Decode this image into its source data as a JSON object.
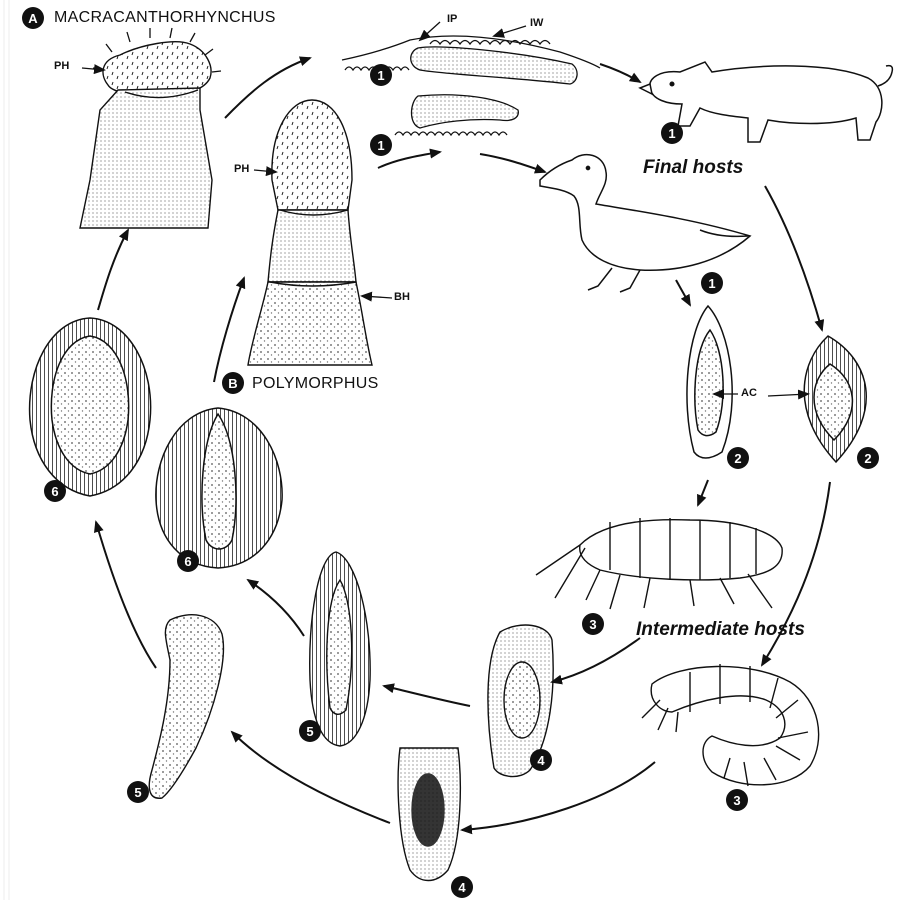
{
  "panel_a": {
    "letter": "A",
    "title": "MACRACANTHORHYNCHUS"
  },
  "panel_b": {
    "letter": "B",
    "title": "POLYMORPHUS"
  },
  "labels": {
    "ph_a": "PH",
    "ph_b": "PH",
    "bh": "BH",
    "ip": "IP",
    "iw": "IW",
    "ac": "AC"
  },
  "hosts": {
    "final": "Final hosts",
    "intermediate": "Intermediate hosts"
  },
  "stages": {
    "s1_worm_top": "1",
    "s1_worm_bottom": "1",
    "s1_pig": "1",
    "s1_duck": "1",
    "s2_left": "2",
    "s2_right": "2",
    "s3_amphipod": "3",
    "s3_grub": "3",
    "s4_left": "4",
    "s4_bottom": "4",
    "s5_left": "5",
    "s5_center": "5",
    "s6_left": "6",
    "s6_center": "6"
  },
  "colors": {
    "ink": "#111111",
    "paper": "#ffffff",
    "stipple": "#d9d9d9"
  }
}
